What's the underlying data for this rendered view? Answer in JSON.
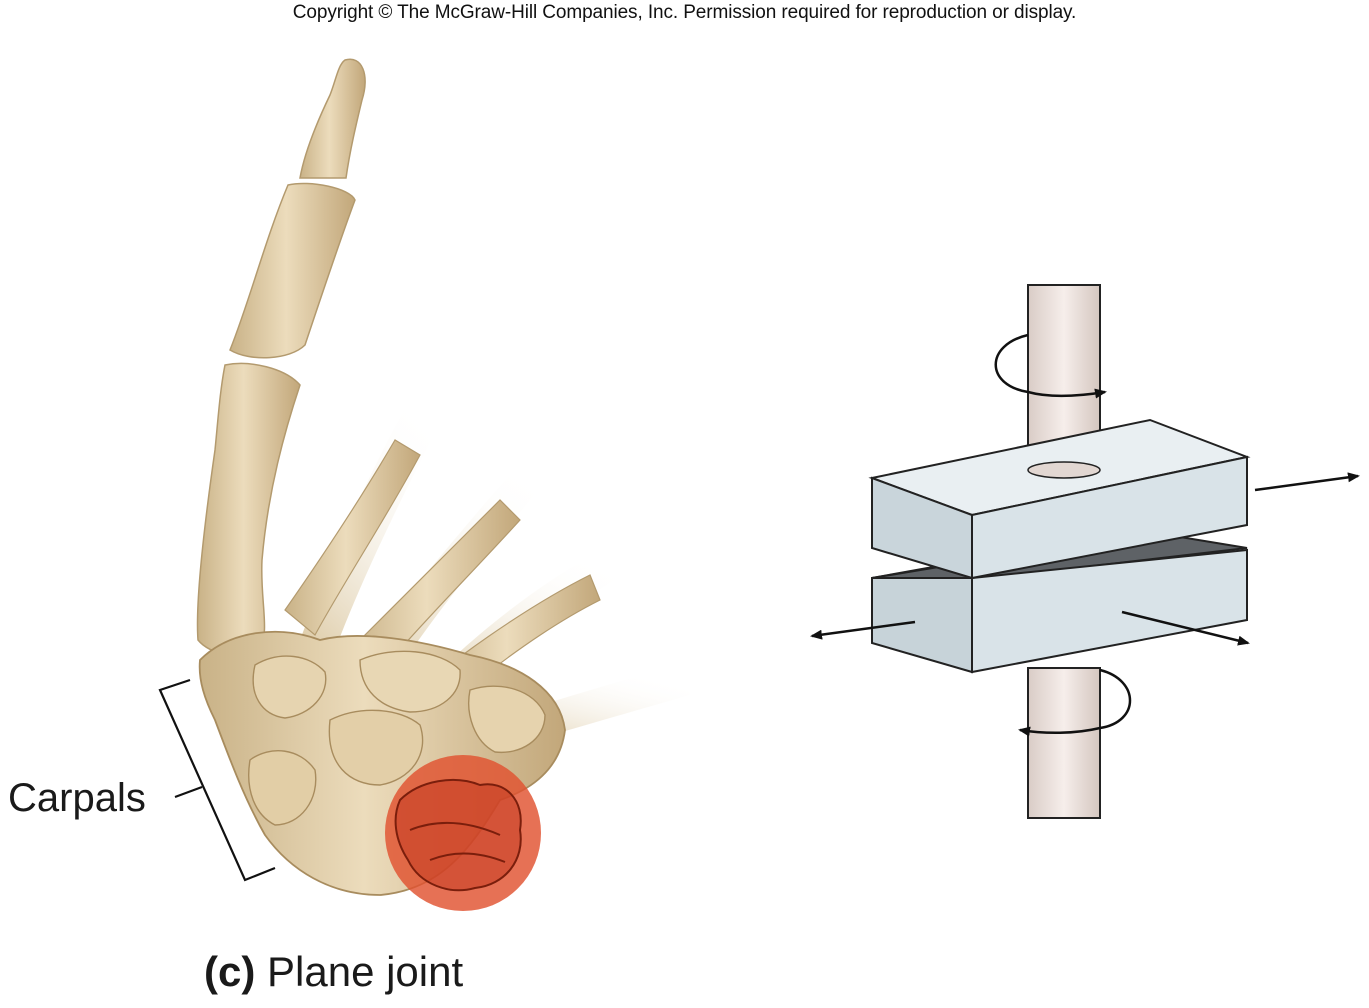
{
  "header": {
    "copyright": "Copyright © The McGraw-Hill Companies, Inc. Permission required for reproduction or display."
  },
  "labels": {
    "carpals": "Carpals"
  },
  "caption": {
    "letter": "(c)",
    "title": "Plane joint"
  },
  "colors": {
    "bone": "#dcc9a3",
    "bone_shadow": "#b89d70",
    "highlight": "#e0522f",
    "block_face": "#d9e3e8",
    "block_top": "#e9eff2",
    "gap": "#5e6266",
    "rod": "#efe4df"
  },
  "icons": {
    "hand_illustration": "hand-skeleton-illustration",
    "joint_model": "plane-joint-model"
  }
}
